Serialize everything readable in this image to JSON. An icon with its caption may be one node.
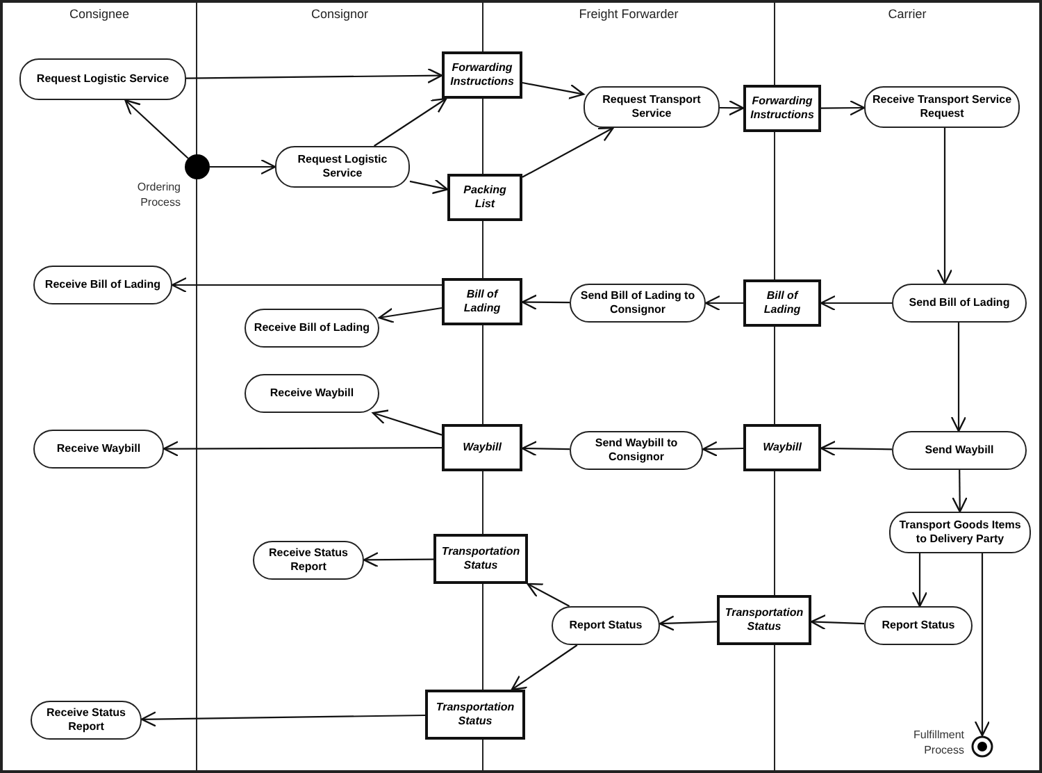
{
  "diagram": {
    "nodes": [
      {
        "text": [
          "Consignee"
        ]
      },
      {
        "text": [
          "Consignor"
        ]
      },
      {
        "text": [
          "Freight Forwarder"
        ]
      },
      {
        "text": [
          "Carrier"
        ]
      },
      {
        "text": [
          "Request Logistic Service"
        ],
        "in": 0
      },
      {
        "text": [],
        "shape": "circle",
        "beside": [
          "Ordering Process"
        ]
      },
      {
        "text": [
          "Request Logistic Service"
        ],
        "in": 1
      },
      {
        "text": [
          "Forwarding Instructions"
        ]
      },
      {
        "text": [
          "Packing List"
        ]
      },
      {
        "text": [
          "Request Transport Service"
        ],
        "in": 2
      },
      {
        "text": [
          "Forwarding Instructions"
        ]
      },
      {
        "text": [
          "Receive Transport Service Request"
        ],
        "in": 3
      },
      {
        "text": [
          "Receive Bill of Lading"
        ],
        "in": 0
      },
      {
        "text": [
          "Bill of Lading"
        ]
      },
      {
        "text": [
          "Receive Bill of Lading"
        ],
        "in": 1
      },
      {
        "text": [
          "Send Bill of Lading to Consignor"
        ],
        "in": 2
      },
      {
        "text": [
          "Bill of Lading"
        ]
      },
      {
        "text": [
          "Send Bill of Lading"
        ],
        "in": 3
      },
      {
        "text": [
          "Receive Waybill"
        ],
        "in": 1
      },
      {
        "text": [
          "Receive Waybill"
        ],
        "in": 0
      },
      {
        "text": [
          "Waybill"
        ]
      },
      {
        "text": [
          "Send Waybill to Consignor"
        ],
        "in": 2
      },
      {
        "text": [
          "Waybill"
        ]
      },
      {
        "text": [
          "Send Waybill"
        ],
        "in": 3
      },
      {
        "text": [
          "Transport Goods Items to Delivery Party"
        ],
        "in": 3
      },
      {
        "text": [
          "Receive Status Report"
        ],
        "in": 1
      },
      {
        "text": [
          "Transportation Status"
        ]
      },
      {
        "text": [
          "Report Status"
        ],
        "in": 2
      },
      {
        "text": [
          "Transportation Status"
        ]
      },
      {
        "text": [
          "Report Status"
        ],
        "in": 3
      },
      {
        "text": [
          "Receive Status Report"
        ],
        "in": 0
      },
      {
        "text": [
          "Transportation Status"
        ]
      },
      {
        "text": [],
        "shape": "circle",
        "beside": [
          "Fulfillment Process"
        ],
        "in": 3
      }
    ],
    "edges": [
      {
        "from": 5,
        "to": 4,
        "arrow": "to"
      },
      {
        "from": 5,
        "to": 6,
        "arrow": "to"
      },
      {
        "from": 4,
        "to": 7,
        "arrow": "to"
      },
      {
        "from": 6,
        "to": 7,
        "arrow": "to"
      },
      {
        "from": 6,
        "to": 8,
        "arrow": "to"
      },
      {
        "from": 7,
        "to": 9,
        "arrow": "to"
      },
      {
        "from": 8,
        "to": 9,
        "arrow": "to"
      },
      {
        "from": 9,
        "to": 10,
        "arrow": "to"
      },
      {
        "from": 10,
        "to": 11,
        "arrow": "to"
      },
      {
        "from": 11,
        "to": 17,
        "arrow": "to"
      },
      {
        "from": 17,
        "to": 16,
        "arrow": "to"
      },
      {
        "from": 16,
        "to": 15,
        "arrow": "to"
      },
      {
        "from": 15,
        "to": 13,
        "arrow": "to"
      },
      {
        "from": 13,
        "to": 12,
        "arrow": "to"
      },
      {
        "from": 13,
        "to": 14,
        "arrow": "to"
      },
      {
        "from": 17,
        "to": 23,
        "arrow": "to"
      },
      {
        "from": 23,
        "to": 22,
        "arrow": "to"
      },
      {
        "from": 22,
        "to": 21,
        "arrow": "to"
      },
      {
        "from": 21,
        "to": 20,
        "arrow": "to"
      },
      {
        "from": 20,
        "to": 18,
        "arrow": "to"
      },
      {
        "from": 20,
        "to": 19,
        "arrow": "to"
      },
      {
        "from": 23,
        "to": 24,
        "arrow": "to"
      },
      {
        "from": 24,
        "to": 29,
        "arrow": "to"
      },
      {
        "from": 24,
        "to": 32,
        "arrow": "to"
      },
      {
        "from": 29,
        "to": 28,
        "arrow": "to"
      },
      {
        "from": 28,
        "to": 27,
        "arrow": "to"
      },
      {
        "from": 27,
        "to": 26,
        "arrow": "to"
      },
      {
        "from": 27,
        "to": 31,
        "arrow": "to"
      },
      {
        "from": 26,
        "to": 25,
        "arrow": "to"
      },
      {
        "from": 31,
        "to": 30,
        "arrow": "to"
      }
    ]
  }
}
